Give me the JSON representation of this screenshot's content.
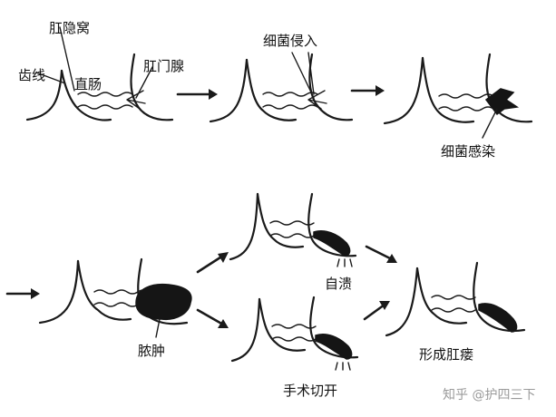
{
  "labels": {
    "anal_sinus": "肛隐窝",
    "dentate_line": "齿线",
    "rectum": "直肠",
    "anal_gland": "肛门腺",
    "bacterial_invasion": "细菌侵入",
    "bacterial_infection": "细菌感染",
    "abscess": "脓肿",
    "spontaneous_rupture": "自溃",
    "surgical_incision": "手术切开",
    "fistula_formation": "形成肛瘘"
  },
  "watermark": "知乎 @护四三下"
}
